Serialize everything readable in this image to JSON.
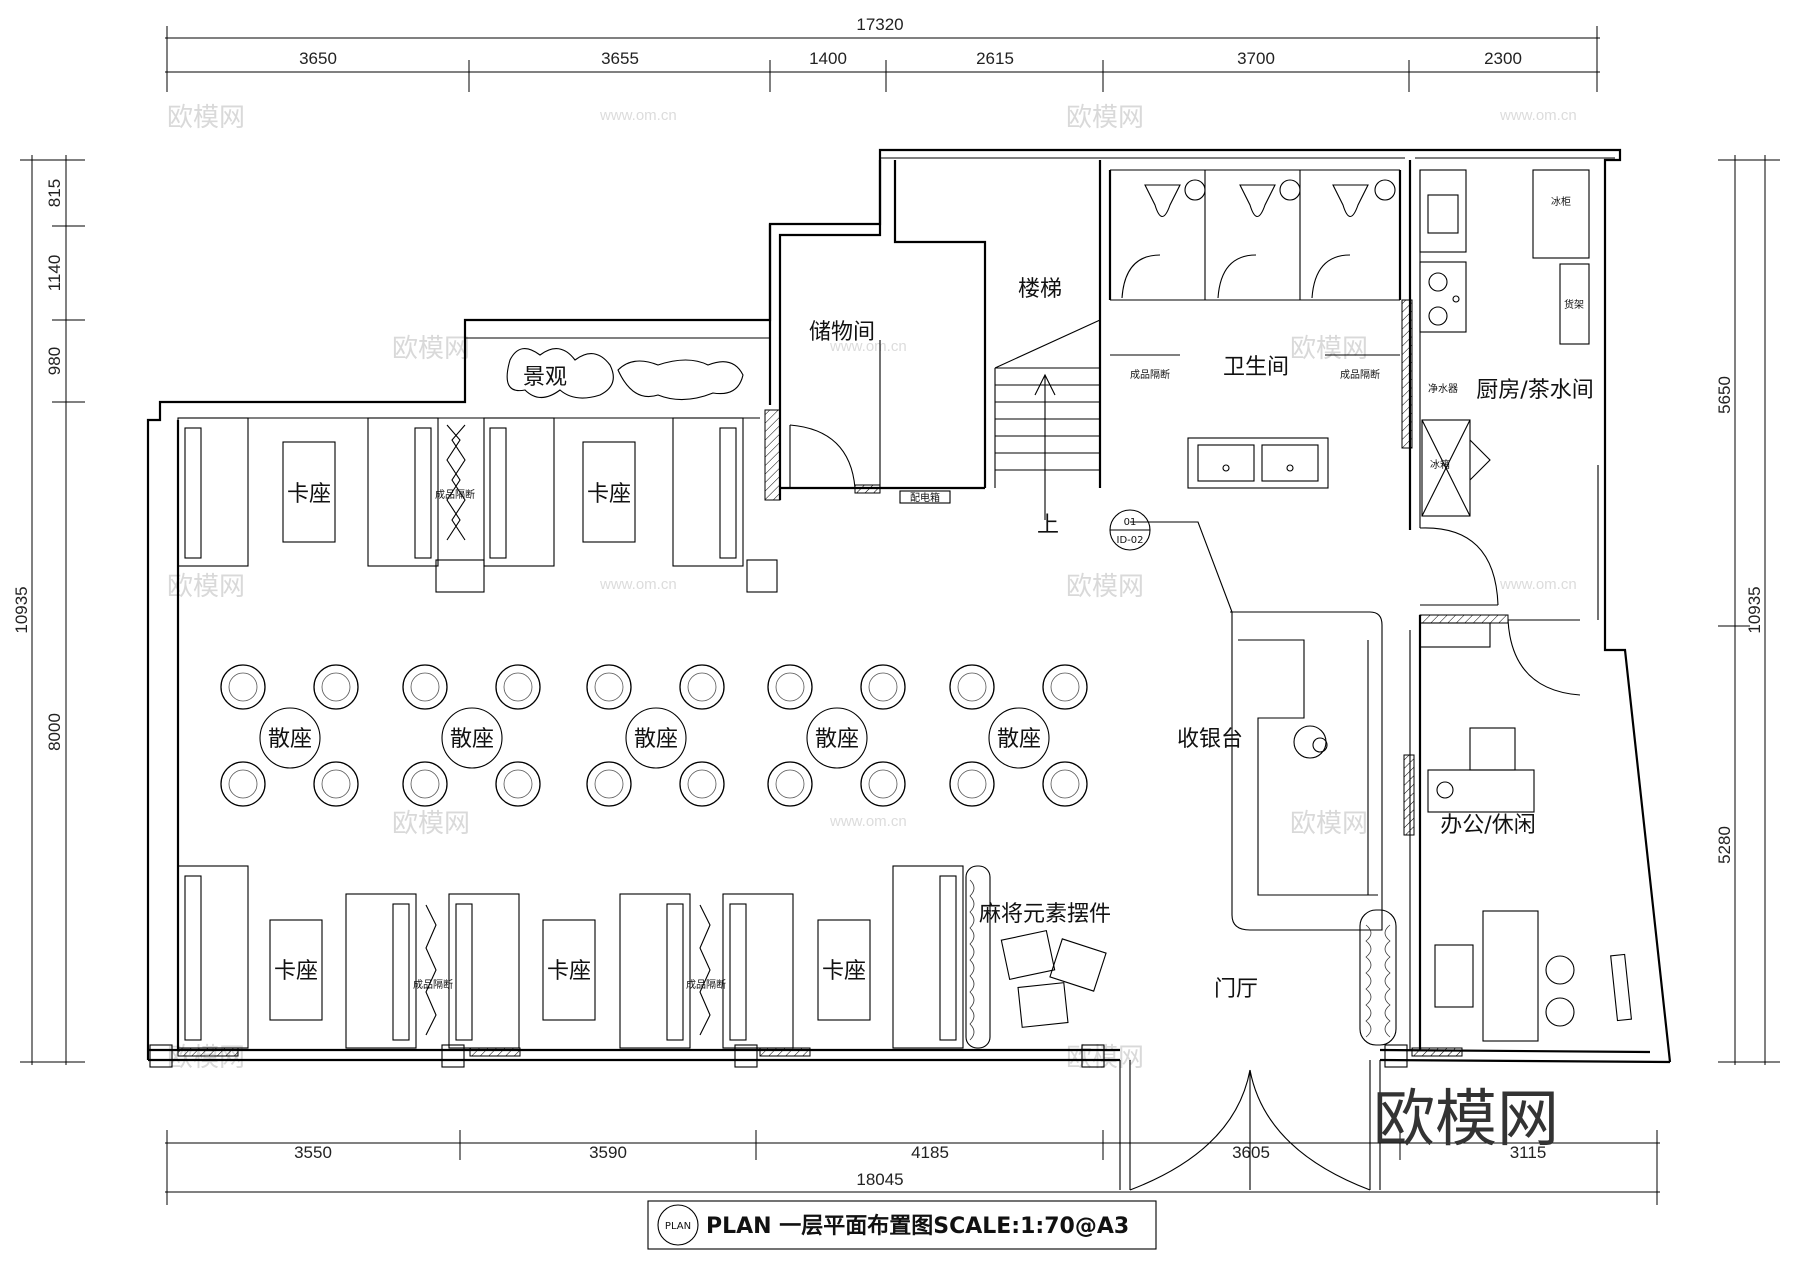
{
  "watermark": {
    "brand": "欧模网",
    "url": "www.om.cn"
  },
  "dimensions": {
    "top_overall": "17320",
    "top_segments": [
      "3650",
      "3655",
      "1400",
      "2615",
      "3700",
      "2300"
    ],
    "bottom_overall": "18045",
    "bottom_segments": [
      "3550",
      "3590",
      "4185",
      "3605",
      "3115"
    ],
    "left_overall": "10935",
    "left_segments": [
      "815",
      "1140",
      "980",
      "8000"
    ],
    "right_overall": "10935",
    "right_segments": [
      "5650",
      "5280"
    ]
  },
  "rooms": {
    "landscape": "景观",
    "storage": "储物间",
    "stairs": "楼梯",
    "stairs_up": "上",
    "restroom": "卫生间",
    "kitchen": "厨房/茶水间",
    "cashier": "收银台",
    "office": "办公/休闲",
    "lobby": "门厅",
    "booth": "卡座",
    "open_seat": "散座",
    "mahjong": "麻将元素摆件",
    "partition": "成品隔断",
    "fridge_cabinet": "冰柜",
    "shelf": "货架",
    "water_purifier": "净水器",
    "fridge": "冰箱",
    "elec_box": "配电箱"
  },
  "callout": {
    "number": "01",
    "sheet": "ID-02"
  },
  "title": {
    "badge": "PLAN",
    "text": "PLAN 一层平面布置图SCALE:1:70@A3"
  }
}
